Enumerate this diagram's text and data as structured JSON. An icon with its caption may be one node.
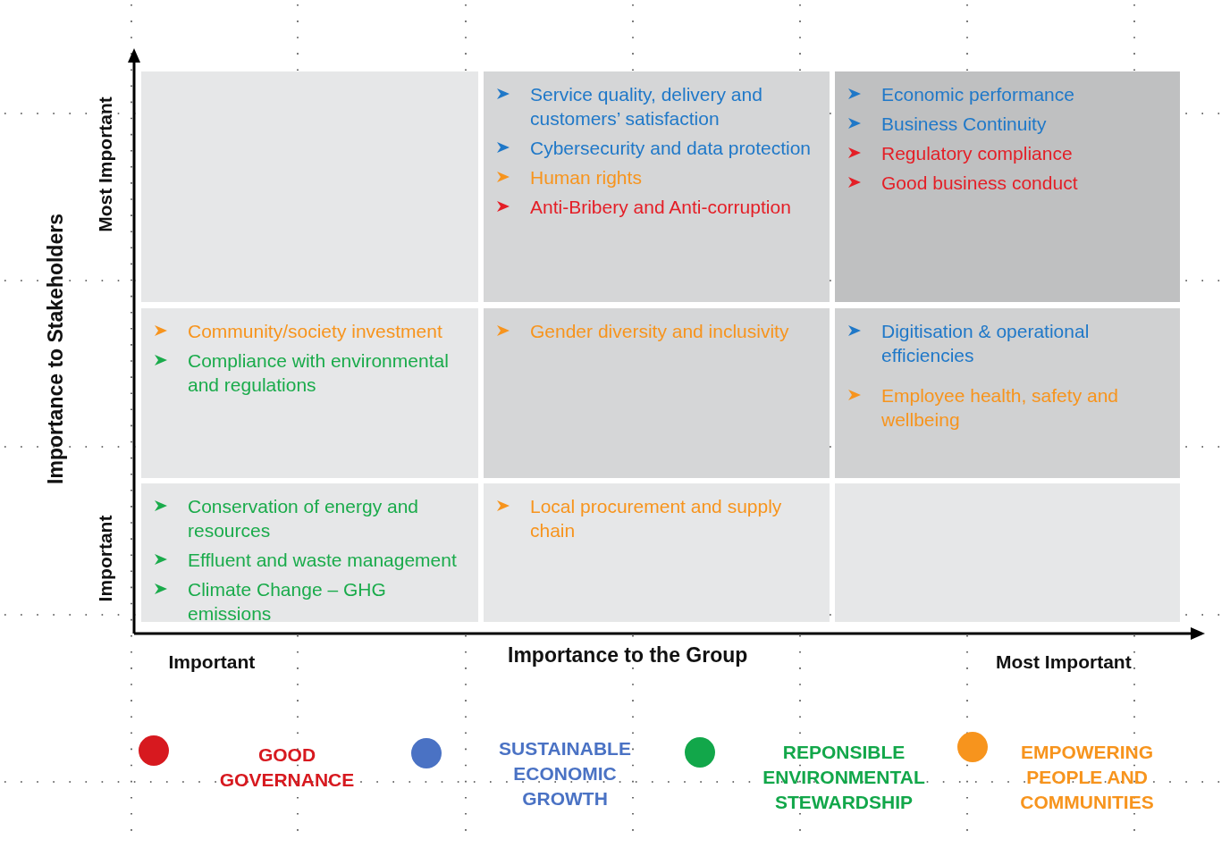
{
  "diagram": {
    "nodes": [
      {
        "text": [],
        "shape": "box"
      },
      {
        "text": [
          "Service quality, delivery and customers’ satisfaction",
          "Cybersecurity and data protection",
          "Human rights",
          "Anti-Bribery and Anti-corruption"
        ]
      },
      {
        "text": [
          "Economic performance",
          "Business Continuity",
          "Regulatory compliance",
          "Good business conduct"
        ]
      },
      {
        "text": [
          "Community/society investment",
          "Compliance with environmental and regulations"
        ]
      },
      {
        "text": [
          "Gender diversity and inclusivity"
        ]
      },
      {
        "text": [
          "Digitisation & operational efficiencies",
          "Employee health, safety and wellbeing"
        ]
      },
      {
        "text": [
          "Conservation of energy and resources",
          "Effluent and waste management",
          "Climate Change – GHG emissions"
        ]
      },
      {
        "text": [
          "Local procurement and supply chain"
        ]
      },
      {
        "text": [],
        "shape": "box"
      }
    ],
    "edges": [],
    "labels": [
      "Most Important",
      "Importance to Stakeholders",
      "Important",
      "Important",
      "Importance to the Group",
      "Most Important"
    ],
    "legend": [
      {
        "text": "GOOD GOVERNANCE",
        "color": "#d7191f"
      },
      {
        "text": "SUSTAINABLE ECONOMIC GROWTH",
        "color": "#4a72c4"
      },
      {
        "text": "REPONSIBLE ENVIRONMENTAL STEWARDSHIP",
        "color": "#12a74a"
      },
      {
        "text": "EMPOWERING PEOPLE AND COMMUNITIES",
        "color": "#f7941d"
      }
    ]
  }
}
